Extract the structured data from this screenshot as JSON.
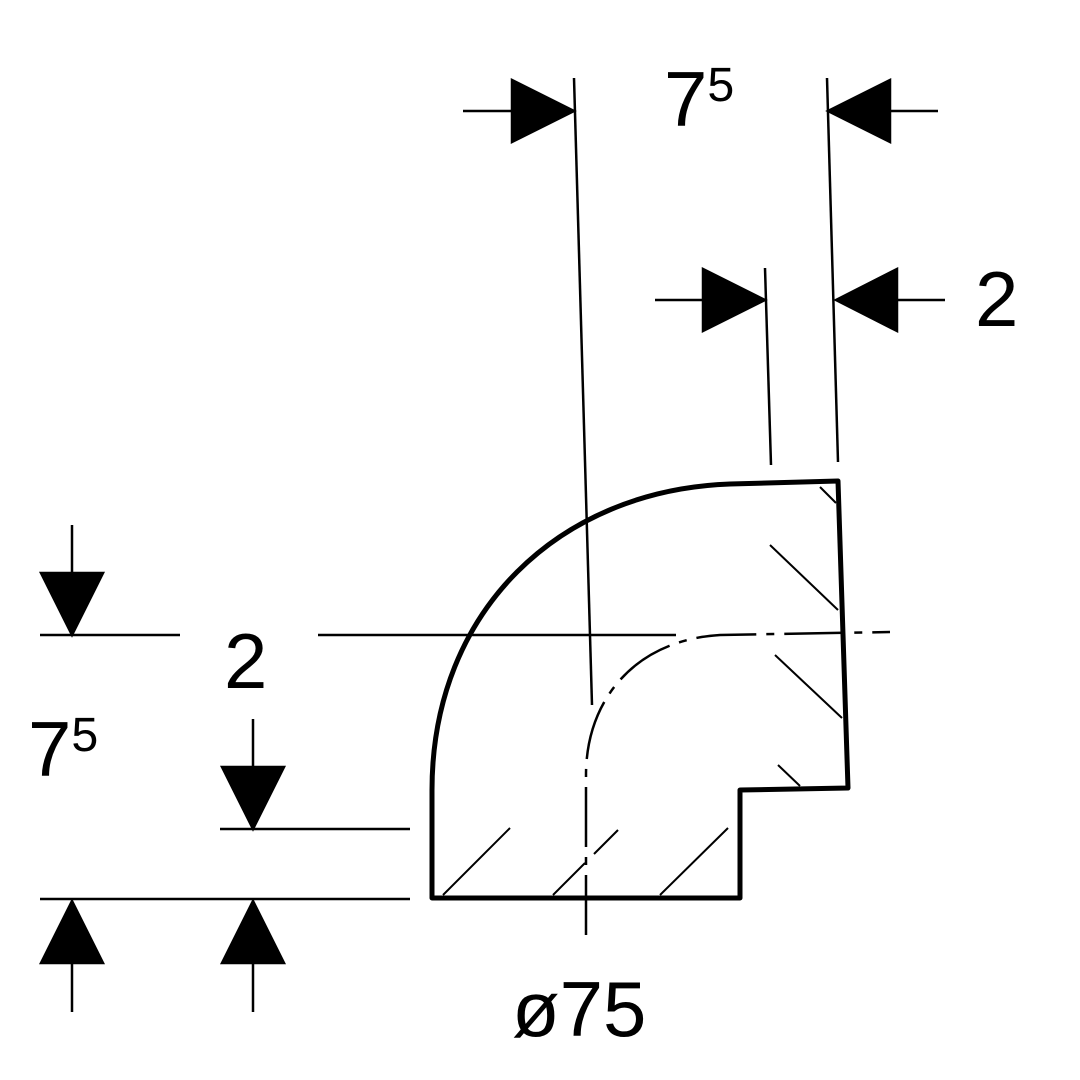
{
  "dimensions": {
    "top_outer": {
      "base": "7",
      "sup": "5"
    },
    "top_inner": {
      "value": "2"
    },
    "left_outer": {
      "base": "7",
      "sup": "5"
    },
    "left_inner": {
      "value": "2"
    },
    "diameter": {
      "value": "ø75"
    }
  },
  "colors": {
    "line": "#000000",
    "background": "#ffffff"
  }
}
